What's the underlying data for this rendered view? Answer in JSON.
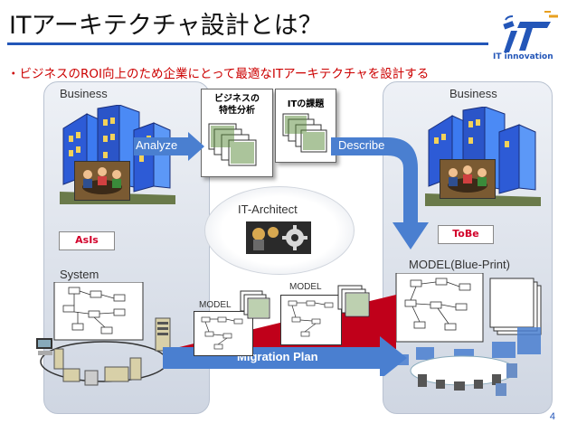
{
  "header": {
    "title": "ITアーキテクチャ設計とは？",
    "subtitle": "・ビジネスのROI向上のため企業にとって最適なITアーキテクチャを設計する",
    "logo_text": "IT innovation"
  },
  "left_panel": {
    "business_label": "Business",
    "asis_tag": "AsIs",
    "system_label": "System"
  },
  "right_panel": {
    "business_label": "Business",
    "tobe_tag": "ToBe",
    "model_label": "MODEL(Blue-Print)"
  },
  "center": {
    "doc_business_analysis": "ビジネスの\n特性分析",
    "doc_it_issues": "ITの課題",
    "analyze_label": "Analyze",
    "describe_label": "Describe",
    "architect_label": "IT-Architect",
    "model_label_1": "MODEL",
    "model_label_2": "MODEL",
    "migration_label": "Migration Plan"
  },
  "footer": {
    "page_number": "4"
  },
  "colors": {
    "accent_blue": "#2356b8",
    "arrow_blue": "#4a7fd0",
    "red": "#cc0000",
    "migration_red": "#c0001a"
  },
  "icons": [
    "office-building-icon",
    "meeting-people-icon",
    "network-computers-icon",
    "gears-icon",
    "document-stack-icon"
  ]
}
